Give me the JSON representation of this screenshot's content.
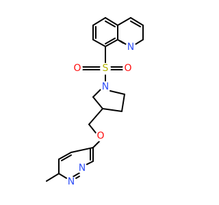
{
  "molecule": {
    "atoms": [
      {
        "id": "S1",
        "symbol": "S",
        "color": "#b3b300"
      },
      {
        "id": "O1",
        "symbol": "O",
        "color": "#ff0d0d"
      },
      {
        "id": "O2",
        "symbol": "O",
        "color": "#ff0d0d"
      },
      {
        "id": "N1",
        "symbol": "N",
        "color": "#3050f8"
      },
      {
        "id": "Nq",
        "symbol": "N",
        "color": "#3050f8"
      },
      {
        "id": "O3",
        "symbol": "O",
        "color": "#ff0d0d"
      },
      {
        "id": "Np1",
        "symbol": "N",
        "color": "#3050f8"
      },
      {
        "id": "Np2",
        "symbol": "N",
        "color": "#3050f8"
      }
    ]
  }
}
